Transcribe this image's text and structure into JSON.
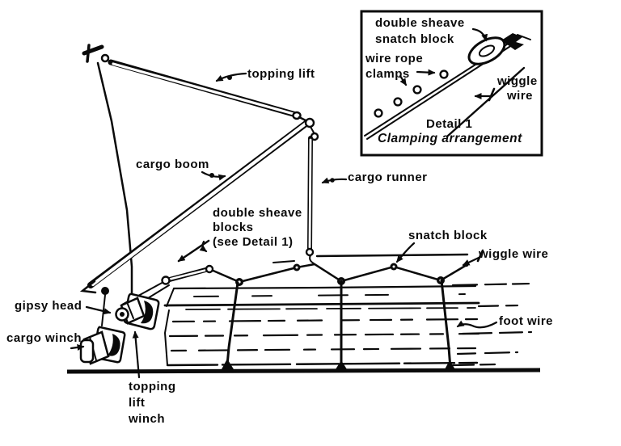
{
  "figure": {
    "background": "#ffffff",
    "ink": "#0a0a0a",
    "description": "Cargo boom rigging diagram with wiggle wire clamping detail inset"
  },
  "labels": {
    "topping_lift": "topping lift",
    "cargo_boom": "cargo boom",
    "cargo_runner": "cargo runner",
    "double_sheave_blocks": [
      "double sheave",
      "blocks",
      "(see Detail 1)"
    ],
    "snatch_block": "snatch block",
    "wiggle_wire": "wiggle wire",
    "foot_wire": "foot wire",
    "gipsy_head": "gipsy head",
    "cargo_winch": "cargo winch",
    "topping_lift_winch": [
      "topping",
      "lift",
      "winch"
    ]
  },
  "inset": {
    "double_sheave_snatch_block": [
      "double sheave",
      "snatch block"
    ],
    "wire_rope_clamps": [
      "wire rope",
      "clamps"
    ],
    "wiggle_wire": [
      "wiggle",
      "wire"
    ],
    "title": "Detail 1",
    "subtitle": "Clamping arrangement"
  }
}
